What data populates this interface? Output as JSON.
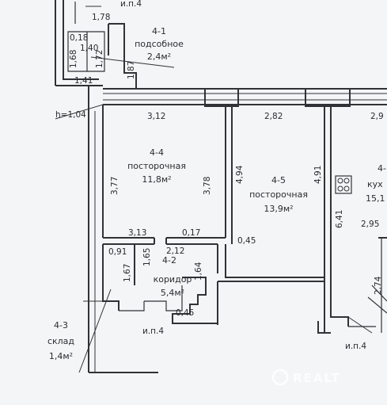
{
  "rooms": {
    "r41": {
      "number": "4-1",
      "name": "подсобное",
      "area": "2,4м²"
    },
    "r44": {
      "number": "4-4",
      "name": "посторочная",
      "area": "11,8м²"
    },
    "r45": {
      "number": "4-5",
      "name": "посторочная",
      "area": "13,9м²"
    },
    "r42": {
      "number": "4-2",
      "name": "коридор",
      "area": "5,4м²"
    },
    "r43": {
      "number": "4-3",
      "name": "склад",
      "area": "1,4м²"
    },
    "r46": {
      "number": "4-",
      "name": "кух",
      "area": "15,1"
    }
  },
  "dimensions": {
    "d_178": "1,78",
    "d_018": "0,18",
    "d_140": "1,40",
    "d_168": "1,68",
    "d_172": "1,72",
    "d_141": "1,41",
    "d_187": "1,87",
    "d_h104": "h=1,04",
    "d_312": "3,12",
    "d_282": "2,82",
    "d_29": "2,9",
    "d_377": "3,77",
    "d_378": "3,78",
    "d_494": "4,94",
    "d_491": "4,91",
    "d_641": "6,41",
    "d_295": "2,95",
    "d_313": "3,13",
    "d_017": "0,17",
    "d_091": "0,91",
    "d_165": "1,65",
    "d_212": "2,12",
    "d_045a": "0,45",
    "d_167": "1,67",
    "d_164": "1,64",
    "d_045b": "0,45",
    "d_274": "2,74"
  },
  "stairs": {
    "top": "и.п.4",
    "bottom_mid": "и.п.4",
    "bottom_right": "и.п.4"
  },
  "watermark": "REALT"
}
